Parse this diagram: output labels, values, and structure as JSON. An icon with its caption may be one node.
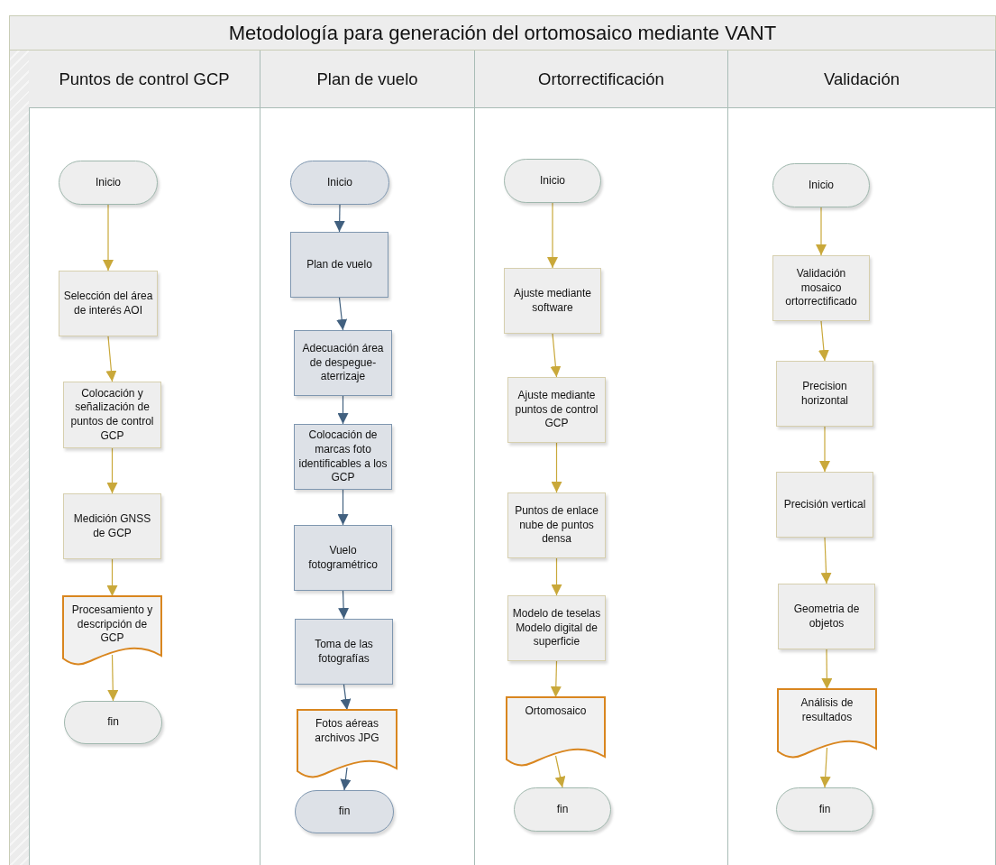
{
  "diagram": {
    "title": "Metodología para generación del ortomosaico mediante VANT",
    "nodes": [
      {
        "text": [
          "Puntos de control GCP"
        ]
      },
      {
        "text": [
          "Plan de vuelo"
        ]
      },
      {
        "text": [
          "Ortorrectificación"
        ]
      },
      {
        "text": [
          "Validación"
        ]
      },
      {
        "text": [
          "Inicio"
        ],
        "in": 0
      },
      {
        "text": [
          "Selección del área de interés AOI"
        ],
        "in": 0
      },
      {
        "text": [
          "Colocación y señalización de puntos de control GCP"
        ],
        "in": 0
      },
      {
        "text": [
          "Medición GNSS de GCP"
        ],
        "in": 0
      },
      {
        "text": [
          "Procesamiento y descripción de GCP"
        ],
        "in": 0
      },
      {
        "text": [
          "fin"
        ],
        "in": 0
      },
      {
        "text": [
          "Inicio"
        ],
        "in": 1
      },
      {
        "text": [
          "Plan de vuelo"
        ],
        "in": 1
      },
      {
        "text": [
          "Adecuación área de despegue-aterrizaje"
        ],
        "in": 1
      },
      {
        "text": [
          "Colocación de marcas foto identificables a los GCP"
        ],
        "in": 1
      },
      {
        "text": [
          "Vuelo fotogramétrico"
        ],
        "in": 1
      },
      {
        "text": [
          "Toma de las fotografías"
        ],
        "in": 1
      },
      {
        "text": [
          "Fotos aéreas archivos JPG"
        ],
        "in": 1
      },
      {
        "text": [
          "fin"
        ],
        "in": 1
      },
      {
        "text": [
          "Inicio"
        ],
        "in": 2
      },
      {
        "text": [
          "Ajuste mediante software"
        ],
        "in": 2
      },
      {
        "text": [
          "Ajuste mediante puntos de control GCP"
        ],
        "in": 2
      },
      {
        "text": [
          "Puntos de enlace nube de puntos densa"
        ],
        "in": 2
      },
      {
        "text": [
          "Modelo de teselas Modelo digital de superficie"
        ],
        "in": 2
      },
      {
        "text": [
          "Ortomosaico"
        ],
        "in": 2
      },
      {
        "text": [
          "fin"
        ],
        "in": 2
      },
      {
        "text": [
          "Inicio"
        ],
        "in": 3
      },
      {
        "text": [
          "Validación mosaico ortorrectificado"
        ],
        "in": 3
      },
      {
        "text": [
          "Precision horizontal"
        ],
        "in": 3
      },
      {
        "text": [
          "Precisión vertical"
        ],
        "in": 3
      },
      {
        "text": [
          "Geometria de objetos"
        ],
        "in": 3
      },
      {
        "text": [
          "Análisis de resultados"
        ],
        "in": 3
      },
      {
        "text": [
          "fin"
        ],
        "in": 3
      }
    ],
    "edges": [
      {
        "from": 4,
        "to": 5,
        "arrow": "to"
      },
      {
        "from": 5,
        "to": 6,
        "arrow": "to"
      },
      {
        "from": 6,
        "to": 7,
        "arrow": "to"
      },
      {
        "from": 7,
        "to": 8,
        "arrow": "to"
      },
      {
        "from": 8,
        "to": 9,
        "arrow": "to"
      },
      {
        "from": 10,
        "to": 11,
        "arrow": "to",
        "color": "#41607f"
      },
      {
        "from": 11,
        "to": 12,
        "arrow": "to",
        "color": "#41607f"
      },
      {
        "from": 12,
        "to": 13,
        "arrow": "to",
        "color": "#41607f"
      },
      {
        "from": 13,
        "to": 14,
        "arrow": "to",
        "color": "#41607f"
      },
      {
        "from": 14,
        "to": 15,
        "arrow": "to",
        "color": "#41607f"
      },
      {
        "from": 15,
        "to": 16,
        "arrow": "to",
        "color": "#41607f"
      },
      {
        "from": 16,
        "to": 17,
        "arrow": "to",
        "color": "#41607f"
      },
      {
        "from": 18,
        "to": 19,
        "arrow": "to"
      },
      {
        "from": 19,
        "to": 20,
        "arrow": "to"
      },
      {
        "from": 20,
        "to": 21,
        "arrow": "to"
      },
      {
        "from": 21,
        "to": 22,
        "arrow": "to"
      },
      {
        "from": 22,
        "to": 23,
        "arrow": "to"
      },
      {
        "from": 23,
        "to": 24,
        "arrow": "to"
      },
      {
        "from": 25,
        "to": 26,
        "arrow": "to"
      },
      {
        "from": 26,
        "to": 27,
        "arrow": "to"
      },
      {
        "from": 27,
        "to": 28,
        "arrow": "to"
      },
      {
        "from": 28,
        "to": 29,
        "arrow": "to"
      },
      {
        "from": 29,
        "to": 30,
        "arrow": "to"
      },
      {
        "from": 30,
        "to": 31,
        "arrow": "to"
      }
    ]
  }
}
